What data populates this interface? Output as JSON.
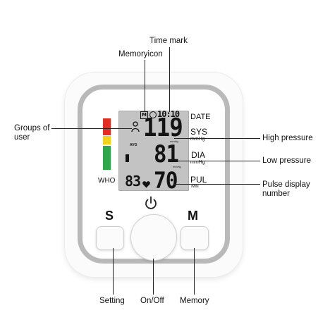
{
  "callouts": {
    "time_mark": "Time mark",
    "memory_icon": "Memoryicon",
    "groups_of_user": "Groups of\nuser",
    "high_pressure": "High pressure",
    "low_pressure": "Low pressure",
    "pulse_display_number": "Pulse display\nnumber",
    "setting": "Setting",
    "on_off": "On/Off",
    "memory": "Memory"
  },
  "device": {
    "side_labels": {
      "date": "DATE",
      "sys": "SYS",
      "sys_unit": "mmHg",
      "dia": "DIA",
      "dia_unit": "mmHg",
      "pul": "PUL",
      "pul_unit": "/MIN",
      "who": "WHO"
    },
    "buttons": {
      "setting_letter": "S",
      "memory_letter": "M"
    },
    "who_colors": [
      "#e52b1f",
      "#f2d21a",
      "#2ea84a"
    ]
  },
  "lcd": {
    "memory_mark": "M",
    "time": "10:10",
    "sys_value": "119",
    "dia_value": "81",
    "pul_value": "70",
    "avg_label": "AVG",
    "mem_number": "83",
    "mmhg_small_1": "mmHg",
    "mmhg_small_2": "mmHg"
  }
}
